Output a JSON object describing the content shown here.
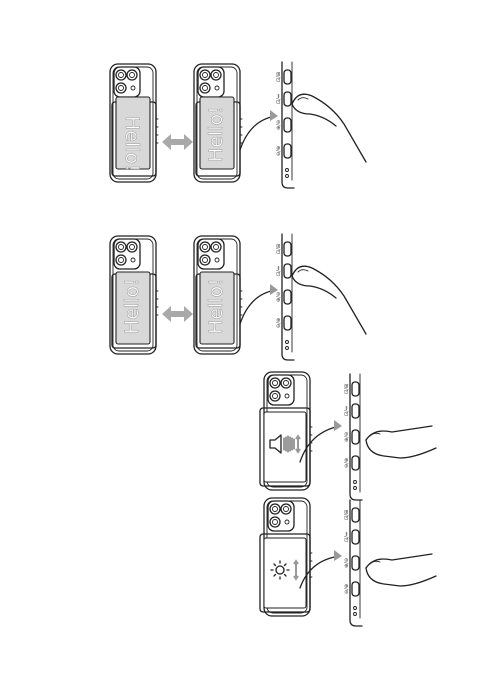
{
  "panels": [
    {
      "screen_text_left": "Hello!",
      "screen_text_right": "Hello!",
      "pressed_button": 1
    },
    {
      "screen_text_left": "Hello!",
      "screen_text_right": "Hello!",
      "pressed_button": 1
    }
  ],
  "side_button_labels": [
    "⊡/⊞",
    "⊡/⇔",
    "⊕/⊖",
    "⊖/⊕"
  ],
  "icons": {
    "volume": "speaker-icon",
    "brightness": "sun-icon",
    "swap": "double-arrow-icon"
  }
}
